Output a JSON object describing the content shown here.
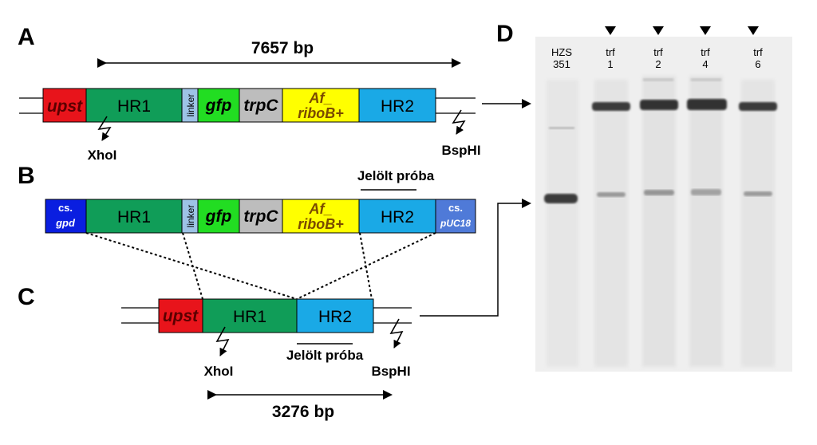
{
  "panels": {
    "a": "A",
    "b": "B",
    "c": "C",
    "d": "D"
  },
  "size_a": "7657 bp",
  "size_c": "3276 bp",
  "segments": {
    "upst": "upst",
    "hr1": "HR1",
    "linker": "linker",
    "gfp": "gfp",
    "trpc": "trpC",
    "af_line1": "Af_",
    "af_line2": "riboB+",
    "hr2": "HR2",
    "cs": "cs.",
    "gpd": "gpd",
    "puc18": "pUC18"
  },
  "sites": {
    "xhoi": "XhoI",
    "bsphi": "BspHI"
  },
  "probe_label": "Jelölt próba",
  "gel": {
    "lanes": [
      {
        "line1": "HZS",
        "line2": "351",
        "marked": false
      },
      {
        "line1": "trf",
        "line2": "1",
        "marked": true
      },
      {
        "line1": "trf",
        "line2": "2",
        "marked": true
      },
      {
        "line1": "trf",
        "line2": "4",
        "marked": true
      },
      {
        "line1": "trf",
        "line2": "6",
        "marked": true
      }
    ]
  },
  "colors": {
    "upst": "#e8141b",
    "upst_text": "#5a0000",
    "hr1": "#109d58",
    "linker": "#9dc3e6",
    "gfp": "#22dd22",
    "trpc": "#bdbdbd",
    "af": "#ffff00",
    "af_text": "#7a4a00",
    "hr2": "#1aa9e6",
    "gpd": "#0a1ee0",
    "puc18": "#4f7ad8",
    "gel": "#efefef",
    "band": "#3a3a3a"
  }
}
